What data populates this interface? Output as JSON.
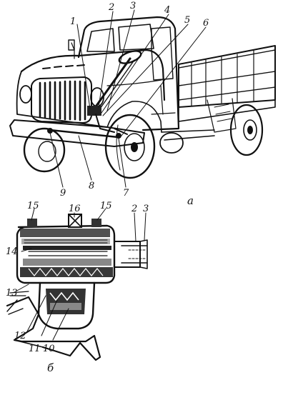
{
  "panel_a": {
    "caption": "а",
    "callouts": [
      "1",
      "2",
      "3",
      "4",
      "5",
      "6",
      "7",
      "8",
      "9"
    ]
  },
  "panel_b": {
    "caption": "б",
    "callouts": [
      "2",
      "3",
      "10",
      "11",
      "12",
      "13",
      "14",
      "15",
      "15",
      "16"
    ]
  }
}
